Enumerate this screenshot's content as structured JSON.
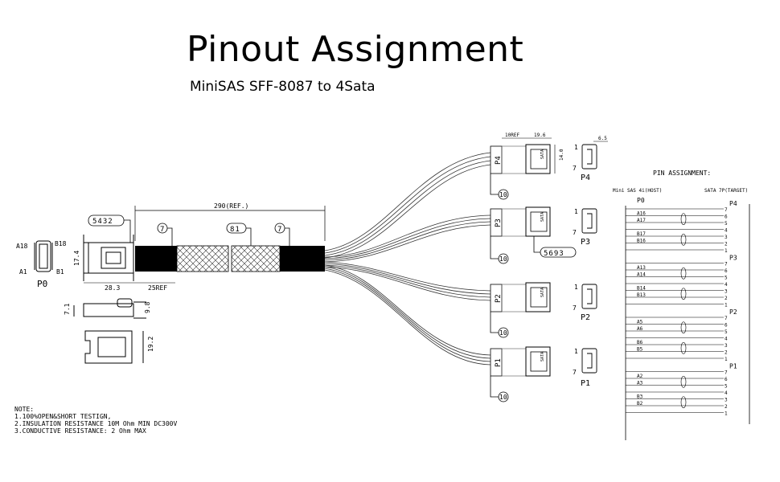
{
  "header": {
    "title": "Pinout Assignment",
    "subtitle": "MiniSAS SFF-8087 to 4Sata"
  },
  "connector_p0": {
    "label": "P0",
    "pins": {
      "a18": "A18",
      "b18": "B18",
      "a1": "A1",
      "b1": "B1"
    },
    "callout": "5432",
    "dims": {
      "height": "17.4",
      "body_length": "28.3",
      "boot_length": "25REF",
      "side_height": "7.1",
      "side_height2": "9.8",
      "top_width": "19.2"
    }
  },
  "cable": {
    "length": "290(REF.)",
    "callout_left": "7",
    "callout_mid": "81",
    "callout_right": "7"
  },
  "connectors_sata": [
    {
      "label": "P4",
      "plug_text": "SATA",
      "callout": "10"
    },
    {
      "label": "P3",
      "plug_text": "SATA",
      "callout": "10",
      "extra_callout": "5693"
    },
    {
      "label": "P2",
      "plug_text": "SATA",
      "callout": "10"
    },
    {
      "label": "P1",
      "plug_text": "SATA",
      "callout": "10"
    }
  ],
  "sata_dims": {
    "boot": "10REF",
    "length": "19.6",
    "height": "14.0",
    "end_width": "6.5"
  },
  "end_views": [
    {
      "label": "P4",
      "pin1": "1",
      "pin7": "7"
    },
    {
      "label": "P3",
      "pin1": "1",
      "pin7": "7"
    },
    {
      "label": "P2",
      "pin1": "1",
      "pin7": "7"
    },
    {
      "label": "P1",
      "pin1": "1",
      "pin7": "7"
    }
  ],
  "notes": {
    "heading": "NOTE:",
    "lines": [
      "1.100%OPEN&SHORT TESTIGN,",
      "2.INSULATION RESISTANCE 10M Ohm MIN DC300V",
      "3.CONDUCTIVE RESISTANCE: 2 Ohm MAX"
    ]
  },
  "pin_table": {
    "title": "PIN ASSIGNMENT:",
    "left_header": "Mini SAS 4i(HOST)",
    "right_header": "SATA 7P(TARGET)",
    "left_group_label": "P0",
    "groups": [
      {
        "port": "P4",
        "pairs": [
          [
            "A16",
            "A17"
          ],
          [
            "B17",
            "B16"
          ]
        ]
      },
      {
        "port": "P3",
        "pairs": [
          [
            "A13",
            "A14"
          ],
          [
            "B14",
            "B13"
          ]
        ]
      },
      {
        "port": "P2",
        "pairs": [
          [
            "A5",
            "A6"
          ],
          [
            "B6",
            "B5"
          ]
        ]
      },
      {
        "port": "P1",
        "pairs": [
          [
            "A2",
            "A3"
          ],
          [
            "B3",
            "B2"
          ]
        ]
      }
    ],
    "target_pins": [
      "7",
      "6",
      "5",
      "4",
      "3",
      "2",
      "1"
    ]
  }
}
